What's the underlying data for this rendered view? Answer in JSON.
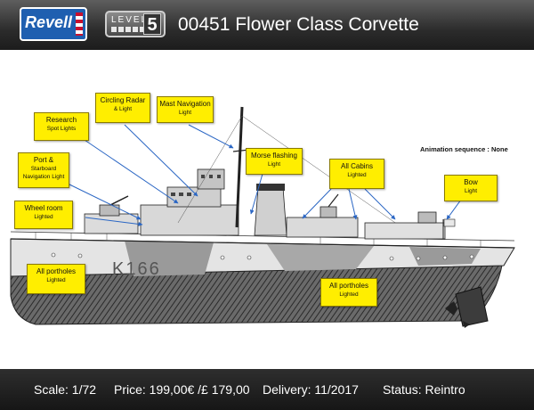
{
  "header": {
    "logo_text": "Revell",
    "level_label": "LEVEL",
    "level_number": "5",
    "title": "00451 Flower Class Corvette"
  },
  "diagram": {
    "hull_code": "K166",
    "animation_note": "Animation sequence : None",
    "callouts": [
      {
        "line1": "Research",
        "line2": "Spot Lights"
      },
      {
        "line1": "Circling Radar",
        "line2": "& Light"
      },
      {
        "line1": "Mast Navigation",
        "line2": "Light"
      },
      {
        "line1": "Morse flashing",
        "line2": "Light"
      },
      {
        "line1": "All Cabins",
        "line2": "Lighted"
      },
      {
        "line1": "Port &",
        "line2": "Starboard Navigation Light"
      },
      {
        "line1": "Bow",
        "line2": "Light"
      },
      {
        "line1": "Wheel room",
        "line2": "Lighted"
      },
      {
        "line1": "All portholes",
        "line2": "Lighted"
      },
      {
        "line1": "All portholes",
        "line2": "Lighted"
      }
    ]
  },
  "footer": {
    "scale": "Scale: 1/72",
    "price": "Price: 199,00€ /£ 179,00",
    "delivery": "Delivery: 11/2017",
    "status": "Status: Reintro"
  },
  "colors": {
    "callout_fill": "#ffee00",
    "header_bg": "#2c2c2c",
    "logo_blue": "#1f5fb0",
    "logo_red": "#c8102e"
  }
}
